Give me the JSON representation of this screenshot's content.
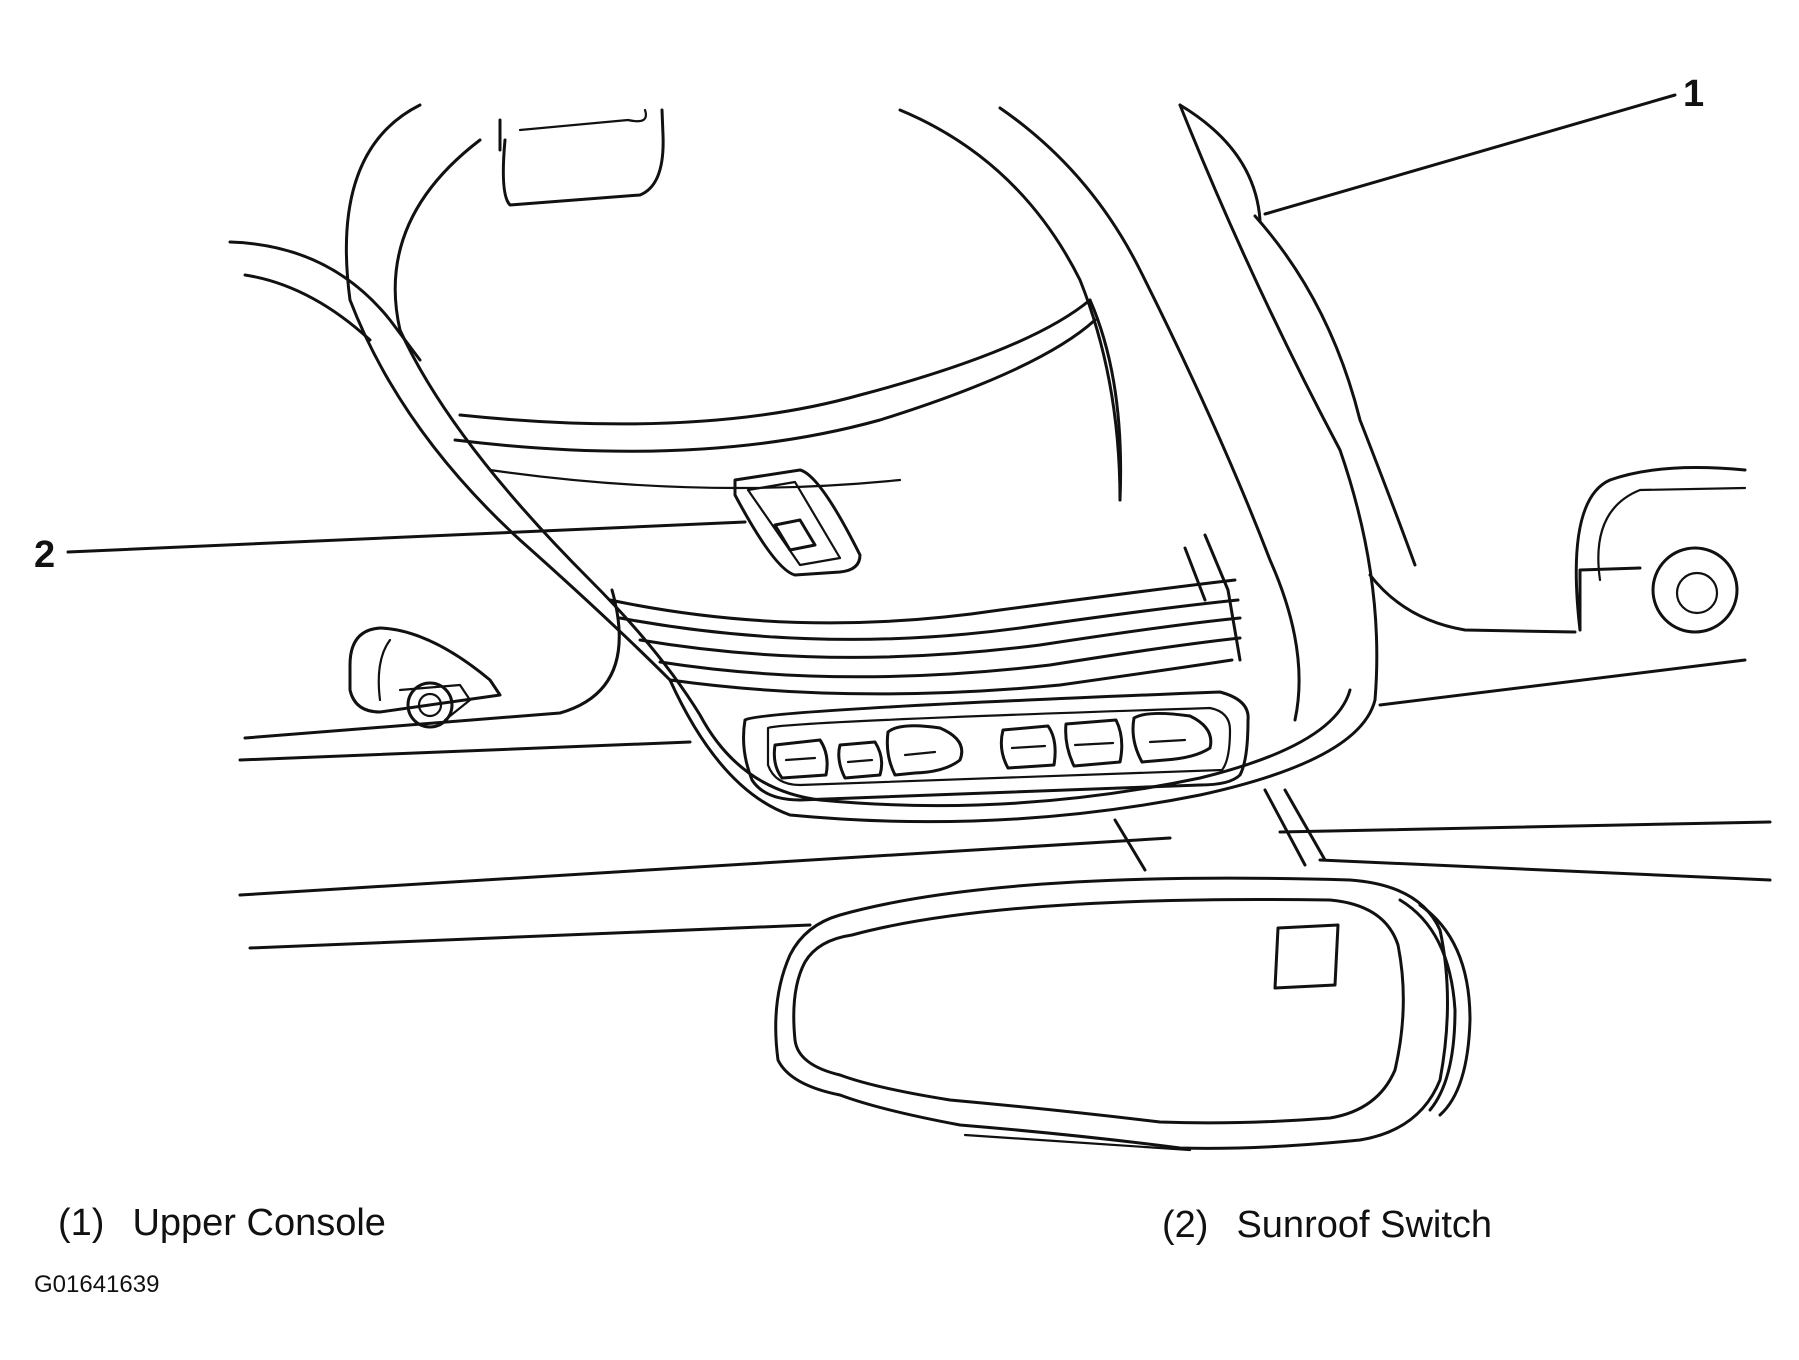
{
  "callouts": [
    {
      "number": "1",
      "label": "Upper Console"
    },
    {
      "number": "2",
      "label": "Sunroof Switch"
    }
  ],
  "figure_id": "G01641639",
  "colors": {
    "ink": "#111111",
    "background": "#ffffff"
  }
}
